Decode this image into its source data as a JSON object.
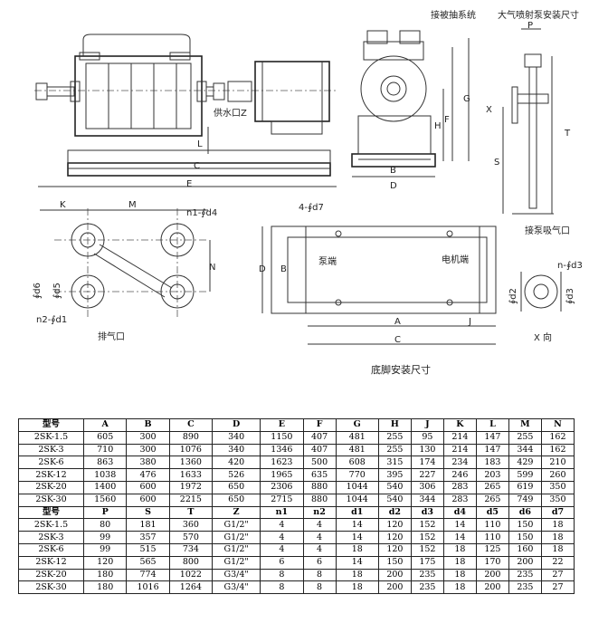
{
  "drawing": {
    "labels": {
      "top_right_1": "接被抽系统",
      "top_right_2": "大气喷射泵安装尺寸",
      "water_inlet": "供水口Z",
      "exhaust": "排气口",
      "suction": "接泵吸气口",
      "pump_end": "泵端",
      "motor_end": "电机端",
      "x_direction": "X 向",
      "base_title": "底脚安装尺寸",
      "n1": "n1-∮d4",
      "n2": "n2-∮d1",
      "four_holes": "4-∮d7",
      "n_d3": "n-∮d3"
    },
    "dims": {
      "L": "L",
      "C": "C",
      "E": "E",
      "B": "B",
      "D": "D",
      "H": "H",
      "G": "G",
      "F": "F",
      "P": "P",
      "X": "X",
      "S": "S",
      "T": "T",
      "K": "K",
      "M": "M",
      "N": "N",
      "A": "A",
      "J": "J",
      "d5": "∮d5",
      "d6": "∮d6",
      "d2": "∮d2",
      "d3": "∮d3"
    }
  },
  "table": {
    "header1": [
      "型号",
      "A",
      "B",
      "C",
      "D",
      "E",
      "F",
      "G",
      "H",
      "J",
      "K",
      "L",
      "M",
      "N"
    ],
    "rows1": [
      [
        "2SK-1.5",
        "605",
        "300",
        "890",
        "340",
        "1150",
        "407",
        "481",
        "255",
        "95",
        "214",
        "147",
        "255",
        "162"
      ],
      [
        "2SK-3",
        "710",
        "300",
        "1076",
        "340",
        "1346",
        "407",
        "481",
        "255",
        "130",
        "214",
        "147",
        "344",
        "162"
      ],
      [
        "2SK-6",
        "863",
        "380",
        "1360",
        "420",
        "1623",
        "500",
        "608",
        "315",
        "174",
        "234",
        "183",
        "429",
        "210"
      ],
      [
        "2SK-12",
        "1038",
        "476",
        "1633",
        "526",
        "1965",
        "635",
        "770",
        "395",
        "227",
        "246",
        "203",
        "599",
        "260"
      ],
      [
        "2SK-20",
        "1400",
        "600",
        "1972",
        "650",
        "2306",
        "880",
        "1044",
        "540",
        "306",
        "283",
        "265",
        "619",
        "350"
      ],
      [
        "2SK-30",
        "1560",
        "600",
        "2215",
        "650",
        "2715",
        "880",
        "1044",
        "540",
        "344",
        "283",
        "265",
        "749",
        "350"
      ]
    ],
    "header2": [
      "型号",
      "P",
      "S",
      "T",
      "Z",
      "n1",
      "n2",
      "d1",
      "d2",
      "d3",
      "d4",
      "d5",
      "d6",
      "d7"
    ],
    "rows2": [
      [
        "2SK-1.5",
        "80",
        "181",
        "360",
        "G1/2\"",
        "4",
        "4",
        "14",
        "120",
        "152",
        "14",
        "110",
        "150",
        "18"
      ],
      [
        "2SK-3",
        "99",
        "357",
        "570",
        "G1/2\"",
        "4",
        "4",
        "14",
        "120",
        "152",
        "14",
        "110",
        "150",
        "18"
      ],
      [
        "2SK-6",
        "99",
        "515",
        "734",
        "G1/2\"",
        "4",
        "4",
        "18",
        "120",
        "152",
        "18",
        "125",
        "160",
        "18"
      ],
      [
        "2SK-12",
        "120",
        "565",
        "800",
        "G1/2\"",
        "6",
        "6",
        "14",
        "150",
        "175",
        "18",
        "170",
        "200",
        "22"
      ],
      [
        "2SK-20",
        "180",
        "774",
        "1022",
        "G3/4\"",
        "8",
        "8",
        "18",
        "200",
        "235",
        "18",
        "200",
        "235",
        "27"
      ],
      [
        "2SK-30",
        "180",
        "1016",
        "1264",
        "G3/4\"",
        "8",
        "8",
        "18",
        "200",
        "235",
        "18",
        "200",
        "235",
        "27"
      ]
    ]
  }
}
